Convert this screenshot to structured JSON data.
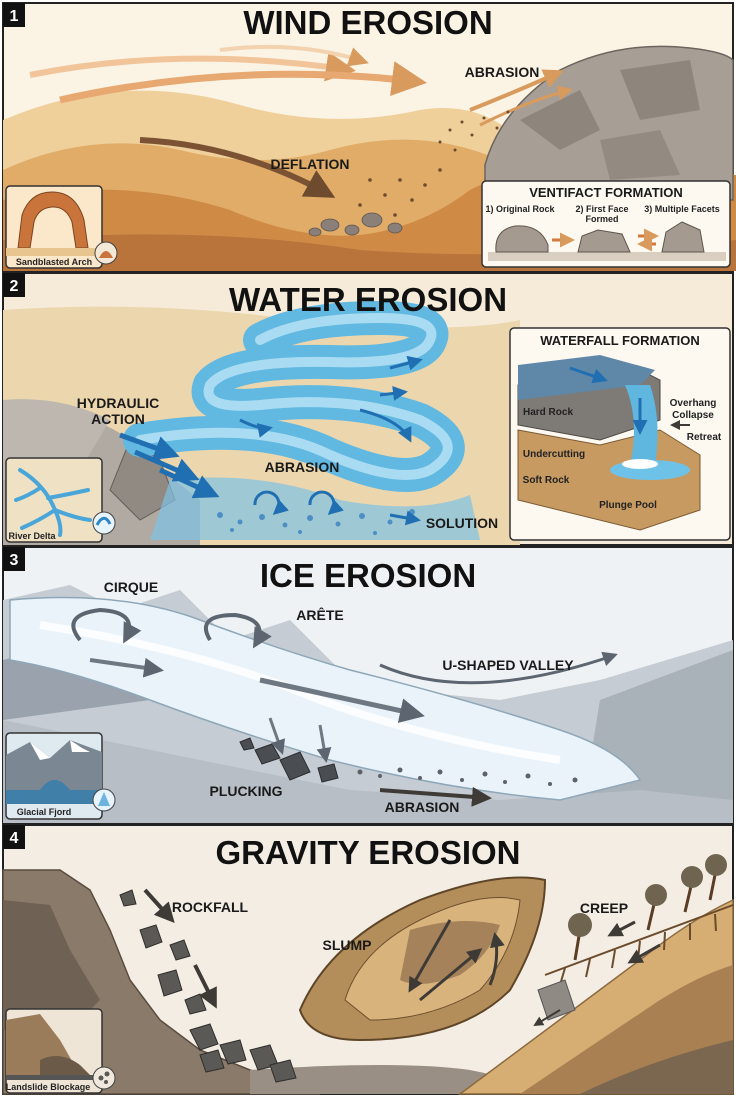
{
  "panels": [
    {
      "number": "1",
      "title": "WIND EROSION",
      "labels": {
        "abrasion": "ABRASION",
        "deflation": "DEFLATION"
      },
      "inset": {
        "caption": "Sandblasted Arch"
      },
      "ventifact": {
        "title": "VENTIFACT FORMATION",
        "steps": [
          "1) Original Rock",
          "2) First Face",
          "Formed",
          "3) Multiple Facets"
        ]
      }
    },
    {
      "number": "2",
      "title": "WATER EROSION",
      "labels": {
        "hydraulic_1": "HYDRAULIC",
        "hydraulic_2": "ACTION",
        "abrasion": "ABRASION",
        "solution": "SOLUTION"
      },
      "inset": {
        "caption": "River Delta"
      },
      "waterfall": {
        "title": "WATERFALL FORMATION",
        "hard_rock": "Hard Rock",
        "undercutting": "Undercutting",
        "soft_rock": "Soft Rock",
        "overhang_1": "Overhang",
        "overhang_2": "Collapse",
        "retreat": "Retreat",
        "plunge_pool": "Plunge Pool"
      }
    },
    {
      "number": "3",
      "title": "ICE EROSION",
      "labels": {
        "cirque": "CIRQUE",
        "arete": "ARÊTE",
        "u_valley": "U-SHAPED VALLEY",
        "plucking": "PLUCKING",
        "abrasion": "ABRASION"
      },
      "inset": {
        "caption": "Glacial Fjord"
      }
    },
    {
      "number": "4",
      "title": "GRAVITY EROSION",
      "labels": {
        "rockfall": "ROCKFALL",
        "slump": "SLUMP",
        "creep": "CREEP"
      },
      "inset": {
        "caption": "Landslide Blockage"
      }
    }
  ],
  "colors": {
    "sand_light": "#f2d9ad",
    "sand_mid": "#e3b574",
    "sand_dark": "#c9853f",
    "water": "#5fb7e0",
    "water_dark": "#2f86c4",
    "ice": "#e8f1f7",
    "rock": "#a49f98",
    "soil": "#a9824f"
  }
}
